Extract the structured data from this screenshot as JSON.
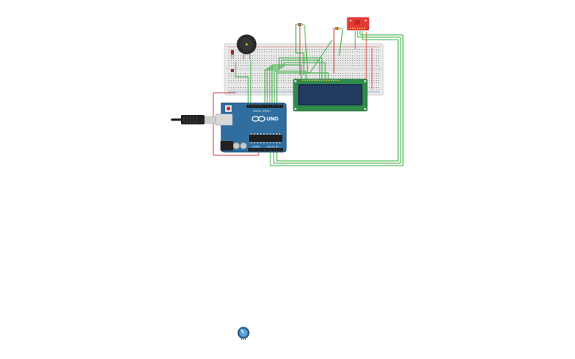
{
  "board": {
    "label": "UNO",
    "pin_text": "DIGITAL (PWM~)",
    "analog_text": "ANALOG IN",
    "power_text": "POWER"
  },
  "colors": {
    "canvas_bg": "#ffffff",
    "breadboard": "#e9e9e9",
    "arduino": "#2f6e9f",
    "lcd_frame": "#2e8b4a",
    "lcd_screen": "#1e3152",
    "wire_green": "#3cb043",
    "wire_red": "#d24040",
    "sensor_red": "#e53935",
    "buzzer": "#2b2b2b",
    "knob": "#2f6e9f"
  },
  "components": [
    {
      "name": "breadboard"
    },
    {
      "name": "arduino-uno"
    },
    {
      "name": "lcd-16x2"
    },
    {
      "name": "piezo-buzzer"
    },
    {
      "name": "sensor-module"
    },
    {
      "name": "resistor"
    },
    {
      "name": "led"
    },
    {
      "name": "usb-cable"
    },
    {
      "name": "potentiometer"
    }
  ]
}
